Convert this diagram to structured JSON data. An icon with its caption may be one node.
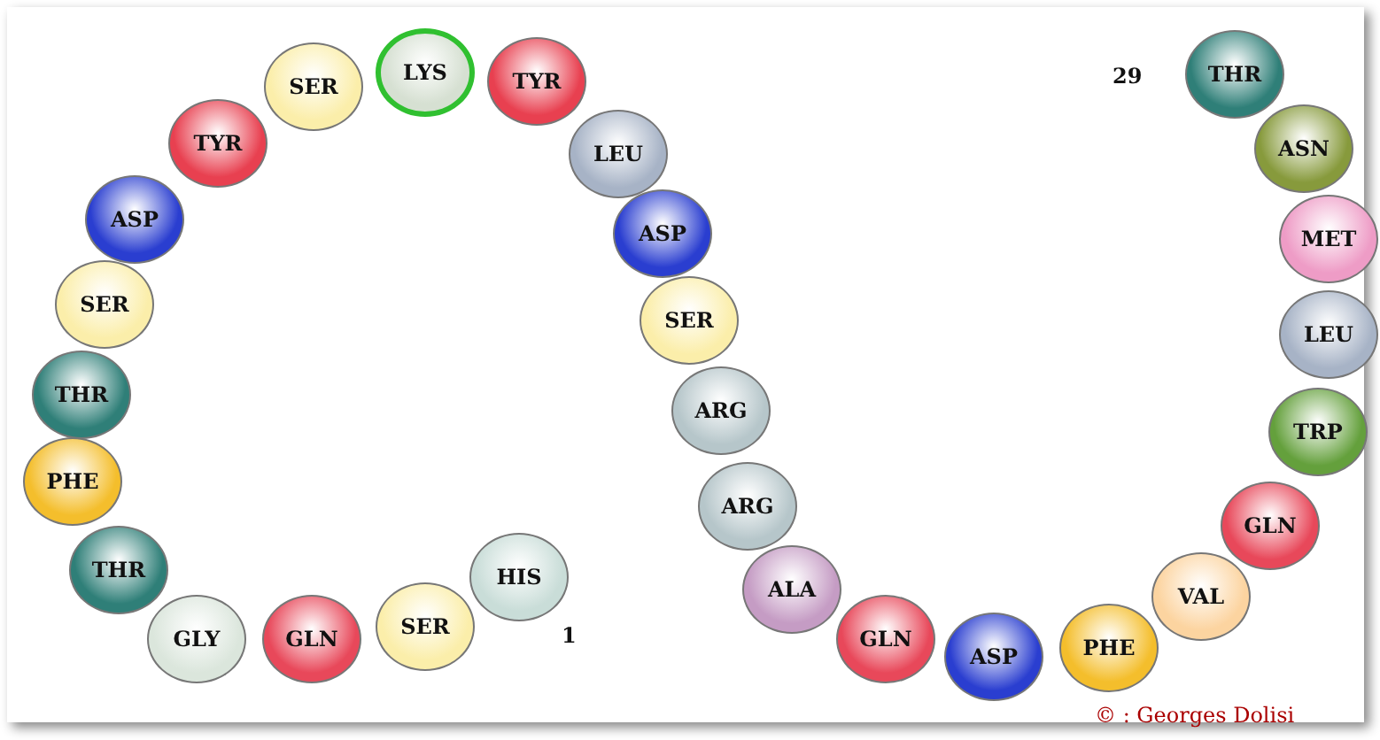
{
  "diagram": {
    "nodes": [
      {
        "text": [
          "HIS"
        ]
      },
      {
        "text": [
          "SER"
        ]
      },
      {
        "text": [
          "GLN"
        ]
      },
      {
        "text": [
          "GLY"
        ]
      },
      {
        "text": [
          "THR"
        ]
      },
      {
        "text": [
          "PHE"
        ]
      },
      {
        "text": [
          "THR"
        ]
      },
      {
        "text": [
          "SER"
        ]
      },
      {
        "text": [
          "ASP"
        ]
      },
      {
        "text": [
          "TYR"
        ]
      },
      {
        "text": [
          "SER"
        ]
      },
      {
        "text": [
          "LYS"
        ]
      },
      {
        "text": [
          "TYR"
        ]
      },
      {
        "text": [
          "LEU"
        ]
      },
      {
        "text": [
          "ASP"
        ]
      },
      {
        "text": [
          "SER"
        ]
      },
      {
        "text": [
          "ARG"
        ]
      },
      {
        "text": [
          "ARG"
        ]
      },
      {
        "text": [
          "ALA"
        ]
      },
      {
        "text": [
          "GLN"
        ]
      },
      {
        "text": [
          "ASP"
        ]
      },
      {
        "text": [
          "PHE"
        ]
      },
      {
        "text": [
          "VAL"
        ]
      },
      {
        "text": [
          "GLN"
        ]
      },
      {
        "text": [
          "TRP"
        ]
      },
      {
        "text": [
          "LEU"
        ]
      },
      {
        "text": [
          "MET"
        ]
      },
      {
        "text": [
          "ASN"
        ]
      },
      {
        "text": [
          "THR"
        ]
      }
    ],
    "labels": [
      "1",
      "29",
      "© : Georges Dolisi"
    ]
  }
}
